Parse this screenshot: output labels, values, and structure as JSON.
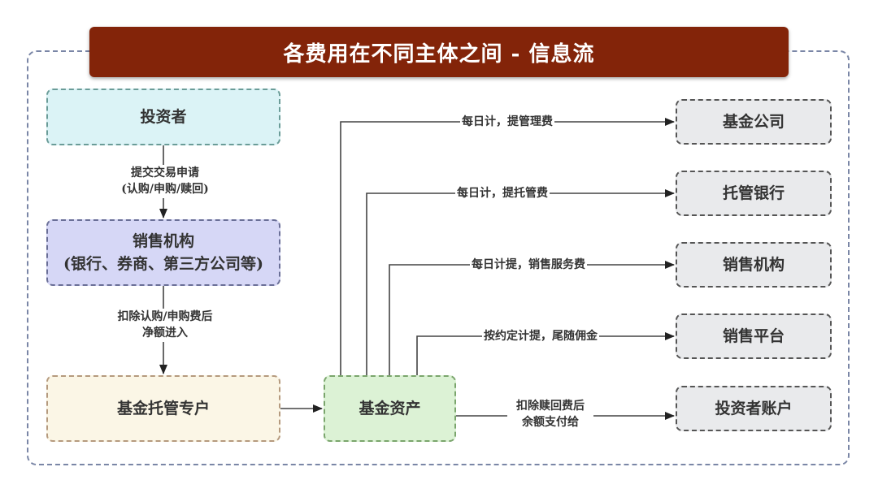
{
  "title": "各费用在不同主体之间 - 信息流",
  "nodes": {
    "investor": "投资者",
    "sales_institution": {
      "line1": "销售机构",
      "line2": "(银行、券商、第三方公司等)"
    },
    "custody_account": "基金托管专户",
    "fund_assets": "基金资产",
    "fund_company": "基金公司",
    "custodian_bank": "托管银行",
    "sales_institution_right": "销售机构",
    "sales_platform": "销售平台",
    "investor_account": "投资者账户"
  },
  "edges": {
    "investor_to_sales": {
      "line1": "提交交易申请",
      "line2": "(认购/申购/赎回)"
    },
    "sales_to_custody": {
      "line1": "扣除认购/申购费后",
      "line2": "净额进入"
    },
    "assets_to_fund_company": "每日计，提管理费",
    "assets_to_custodian_bank": "每日计，提托管费",
    "assets_to_sales_institution": "每日计提，销售服务费",
    "assets_to_sales_platform": "按约定计提，尾随佣金",
    "assets_to_investor_account": {
      "line1": "扣除赎回费后",
      "line2": "余额支付给"
    }
  },
  "colors": {
    "title_bg": "#832409",
    "investor_bg": "#dbf3f6",
    "sales_bg": "#d6d7f6",
    "custody_bg": "#fbf6e6",
    "assets_bg": "#dcf2d5",
    "target_bg": "#e9eaec"
  }
}
